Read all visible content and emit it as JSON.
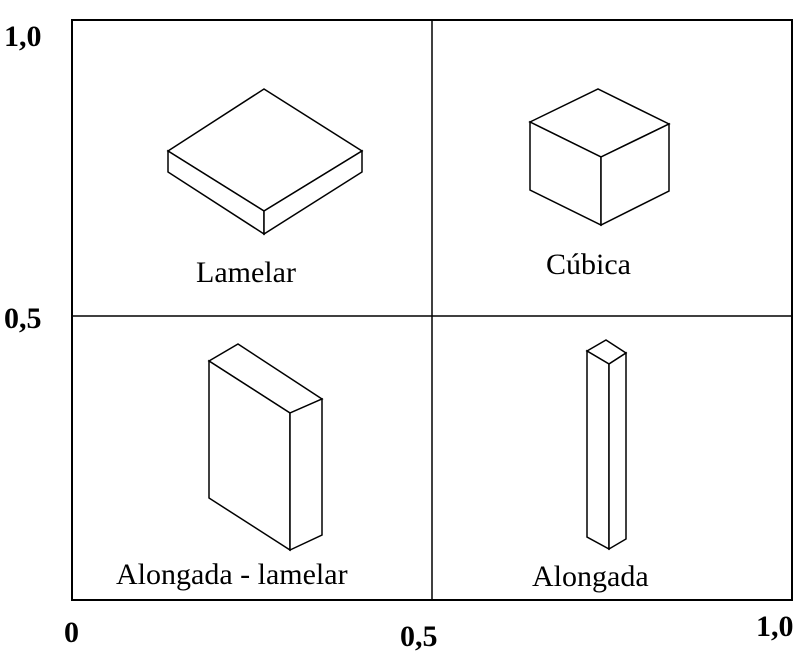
{
  "axes": {
    "y_labels": {
      "top": "1,0",
      "middle": "0,5"
    },
    "x_labels": {
      "left": "0",
      "middle": "0,5",
      "right": "1,0"
    }
  },
  "quadrants": {
    "top_left": {
      "label": "Lamelar"
    },
    "top_right": {
      "label": "Cúbica"
    },
    "bottom_left": {
      "label": "Alongada - lamelar"
    },
    "bottom_right": {
      "label": "Alongada"
    }
  },
  "colors": {
    "line": "#000000",
    "background": "#ffffff"
  }
}
